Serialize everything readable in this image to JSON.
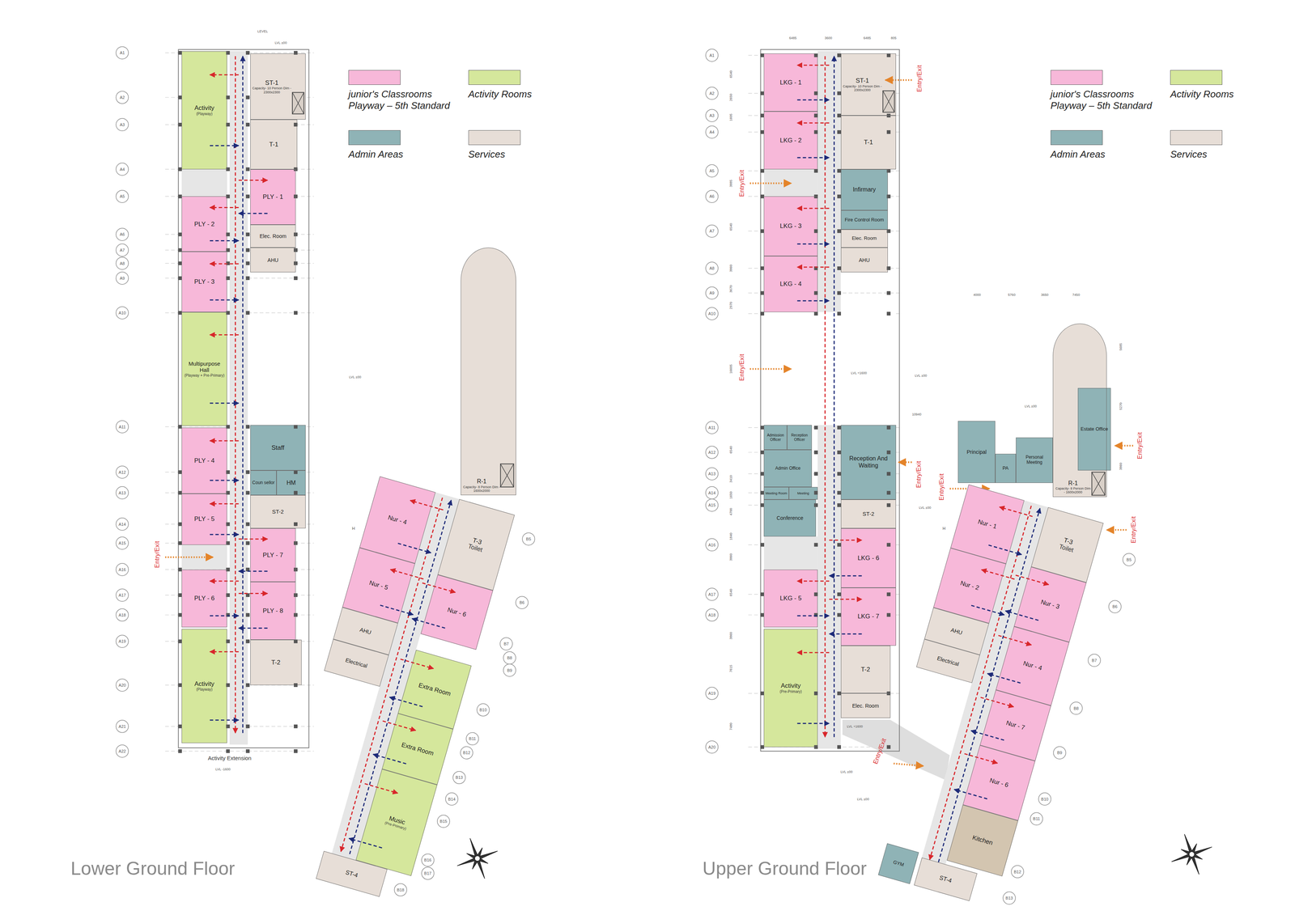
{
  "diagram": {
    "nodes": [
      {
        "text": [
          "Activity",
          "(Playway)"
        ]
      },
      {
        "text": [
          "ST-1",
          "Capacity- 10 Person Dim - 2300x2300"
        ]
      },
      {
        "text": [
          "T-1"
        ]
      },
      {
        "text": [
          "PLY - 1"
        ]
      },
      {
        "text": [
          "PLY - 2"
        ]
      },
      {
        "text": [
          "Elec. Room"
        ]
      },
      {
        "text": [
          "AHU"
        ]
      },
      {
        "text": [
          "PLY - 3"
        ]
      },
      {
        "text": [
          "Multipurpose Hall",
          "(Playway + Pre-Primary)"
        ]
      },
      {
        "text": [
          "PLY - 4"
        ]
      },
      {
        "text": [
          "Staff"
        ]
      },
      {
        "text": [
          "Coun sellor"
        ]
      },
      {
        "text": [
          "HM"
        ]
      },
      {
        "text": [
          "PLY - 5"
        ]
      },
      {
        "text": [
          "ST-2"
        ]
      },
      {
        "text": [
          "PLY - 7"
        ]
      },
      {
        "text": [
          "PLY - 6"
        ]
      },
      {
        "text": [
          "PLY - 8"
        ]
      },
      {
        "text": [
          "T-2"
        ]
      },
      {
        "text": [
          "Activity",
          "(Playway)"
        ]
      },
      {
        "text": [
          "R-1",
          "Capacity- 8 Person Dim - 1600x2000"
        ]
      },
      {
        "text": [
          "Nur - 4"
        ]
      },
      {
        "text": [
          "T-3",
          "Toilet"
        ]
      },
      {
        "text": [
          "Nur - 5"
        ]
      },
      {
        "text": [
          "Nur - 6"
        ]
      },
      {
        "text": [
          "AHU"
        ]
      },
      {
        "text": [
          "Electrical"
        ]
      },
      {
        "text": [
          "Extra Room"
        ]
      },
      {
        "text": [
          "Extra Room"
        ]
      },
      {
        "text": [
          "Music",
          "(Pre-Primary)"
        ]
      },
      {
        "text": [
          "ST-4"
        ]
      },
      {
        "text": [
          "LKG - 1"
        ]
      },
      {
        "text": [
          "ST-1",
          "Capacity- 10 Person Dim - 2300x2300"
        ]
      },
      {
        "text": [
          "LKG - 2"
        ]
      },
      {
        "text": [
          "T-1"
        ]
      },
      {
        "text": [
          "Infirmary"
        ]
      },
      {
        "text": [
          "LKG - 3"
        ]
      },
      {
        "text": [
          "Fire Control Room"
        ]
      },
      {
        "text": [
          "Elec. Room"
        ]
      },
      {
        "text": [
          "AHU"
        ]
      },
      {
        "text": [
          "LKG - 4"
        ]
      },
      {
        "text": [
          "Admission Officer"
        ]
      },
      {
        "text": [
          "Reception Officer"
        ]
      },
      {
        "text": [
          "Admin Office"
        ]
      },
      {
        "text": [
          "Reception And Waiting"
        ]
      },
      {
        "text": [
          "Meeting Room"
        ]
      },
      {
        "text": [
          "Meeting"
        ]
      },
      {
        "text": [
          "Conference"
        ]
      },
      {
        "text": [
          "ST-2"
        ]
      },
      {
        "text": [
          "LKG - 6"
        ]
      },
      {
        "text": [
          "LKG - 5"
        ]
      },
      {
        "text": [
          "LKG - 7"
        ]
      },
      {
        "text": [
          "T-2"
        ]
      },
      {
        "text": [
          "Elec. Room"
        ]
      },
      {
        "text": [
          "Activity",
          "(Pre-Primary)"
        ]
      },
      {
        "text": [
          "Principal"
        ]
      },
      {
        "text": [
          "PA"
        ]
      },
      {
        "text": [
          "Personal Meeting"
        ]
      },
      {
        "text": [
          "R-1",
          "Capacity- 8 Person Dim - 1600x2000"
        ]
      },
      {
        "text": [
          "Estate Office"
        ]
      },
      {
        "text": [
          "Nur - 1"
        ]
      },
      {
        "text": [
          "T-3",
          "Toilet"
        ]
      },
      {
        "text": [
          "Nur - 2"
        ]
      },
      {
        "text": [
          "Nur - 3"
        ]
      },
      {
        "text": [
          "AHU"
        ]
      },
      {
        "text": [
          "Electrical"
        ]
      },
      {
        "text": [
          "Nur - 4"
        ]
      },
      {
        "text": [
          "Nur - 7"
        ]
      },
      {
        "text": [
          "Nur - 6"
        ]
      },
      {
        "text": [
          "Kitchen"
        ]
      },
      {
        "text": [
          "GYM"
        ]
      },
      {
        "text": [
          "ST-4"
        ]
      }
    ],
    "labels": [
      "Lower Ground Floor",
      "Upper Ground Floor",
      "LEVEL",
      "Activity Extension",
      "LVL -1600",
      "Entry/Exit",
      "Entry/Exit",
      "Entry/Exit",
      "Entry/Exit",
      "Entry/Exit",
      "Entry/Exit",
      "Entry/Exit",
      "Entry/Exit",
      "Entry/Exit",
      "6485",
      "3600",
      "6485",
      "805",
      "4000",
      "5760",
      "3650",
      "7450",
      "10940",
      "LVL ±00",
      "LVL ±00",
      "LVL ±00",
      "LVL +1600",
      "LVL ±00",
      "LVL ±00",
      "LVL +1600",
      "LVL ±00",
      "LVL ±00",
      "6540",
      "2650",
      "1605",
      "3885",
      "6540",
      "3860",
      "3670",
      "2970",
      "16605",
      "6540",
      "3410",
      "1650",
      "4700",
      "1840",
      "3860",
      "6540",
      "3860",
      "7615",
      "7480",
      "5685",
      "5270",
      "3860",
      "H",
      "H",
      "A1",
      "A2",
      "A3",
      "A4",
      "A5",
      "A6",
      "A7",
      "A8",
      "A9",
      "A10",
      "A11",
      "A12",
      "A13",
      "A14",
      "A15",
      "A16",
      "A17",
      "A18",
      "A19",
      "A20",
      "A21",
      "A22",
      "A1",
      "A2",
      "A3",
      "A4",
      "A5",
      "A6",
      "A7",
      "A8",
      "A9",
      "A10",
      "A11",
      "A12",
      "A13",
      "A14",
      "A15",
      "A16",
      "A17",
      "A18",
      "A19",
      "A20",
      "B5",
      "B6",
      "B7",
      "B8",
      "B9",
      "B10",
      "B11",
      "B12",
      "B13",
      "B14",
      "B15",
      "B16",
      "B17",
      "B18",
      "B5",
      "B6",
      "B7",
      "B8",
      "B9",
      "B10",
      "B11",
      "B12",
      "B13"
    ],
    "legend": [
      {
        "text": "junior's Classrooms Playway – 5th Standard",
        "color": "#f7b8d9"
      },
      {
        "text": "Activity Rooms",
        "color": "#d5e79c"
      },
      {
        "text": "Admin Areas",
        "color": "#8fb3b6"
      },
      {
        "text": "Services",
        "color": "#e7ded7"
      },
      {
        "text": "junior's Classrooms Playway – 5th Standard",
        "color": "#f7b8d9"
      },
      {
        "text": "Activity Rooms",
        "color": "#d5e79c"
      },
      {
        "text": "Admin Areas",
        "color": "#8fb3b6"
      },
      {
        "text": "Services",
        "color": "#e7ded7"
      }
    ]
  }
}
